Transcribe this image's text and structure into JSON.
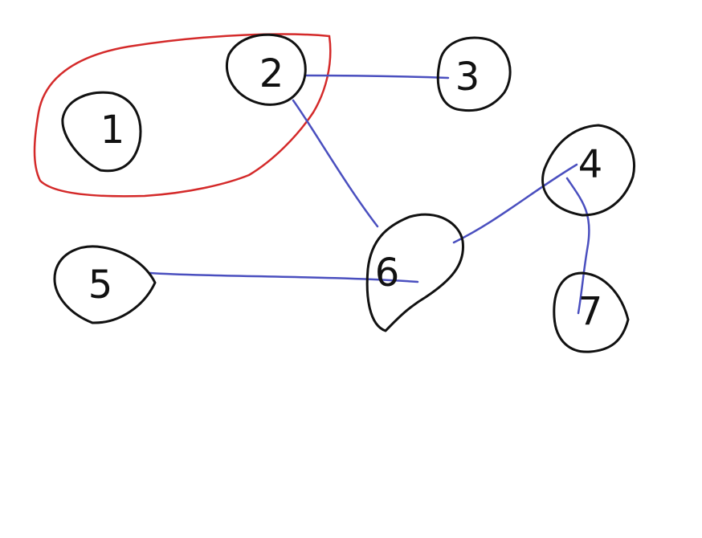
{
  "diagram": {
    "colors": {
      "edge": "#4a4fbf",
      "group": "#d42a2a",
      "node": "#111111",
      "background": "#ffffff"
    },
    "nodes": [
      {
        "id": "1",
        "label": "1"
      },
      {
        "id": "2",
        "label": "2"
      },
      {
        "id": "3",
        "label": "3"
      },
      {
        "id": "4",
        "label": "4"
      },
      {
        "id": "5",
        "label": "5"
      },
      {
        "id": "6",
        "label": "6"
      },
      {
        "id": "7",
        "label": "7"
      }
    ],
    "edges": [
      {
        "from": "2",
        "to": "3"
      },
      {
        "from": "2",
        "to": "6"
      },
      {
        "from": "5",
        "to": "6"
      },
      {
        "from": "6",
        "to": "4"
      },
      {
        "from": "4",
        "to": "7"
      }
    ],
    "groups": [
      {
        "members": [
          "1",
          "2"
        ]
      }
    ]
  }
}
